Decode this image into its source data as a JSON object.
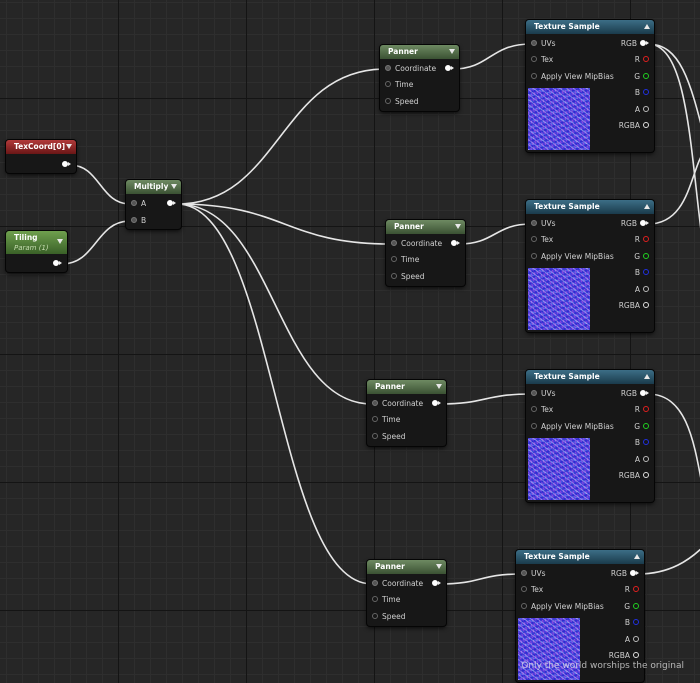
{
  "nodes": {
    "texcoord": {
      "title": "TexCoord[0]"
    },
    "tiling": {
      "title": "Tiling",
      "subtitle": "Param (1)"
    },
    "multiply": {
      "title": "Multiply",
      "pin_a": "A",
      "pin_b": "B"
    },
    "panners": [
      {
        "title": "Panner",
        "coordinate": "Coordinate",
        "time": "Time",
        "speed": "Speed"
      },
      {
        "title": "Panner",
        "coordinate": "Coordinate",
        "time": "Time",
        "speed": "Speed"
      },
      {
        "title": "Panner",
        "coordinate": "Coordinate",
        "time": "Time",
        "speed": "Speed"
      },
      {
        "title": "Panner",
        "coordinate": "Coordinate",
        "time": "Time",
        "speed": "Speed"
      }
    ],
    "texture_samples": [
      {
        "title": "Texture Sample",
        "uvs": "UVs",
        "tex": "Tex",
        "mip": "Apply View MipBias",
        "rgb": "RGB",
        "r": "R",
        "g": "G",
        "b": "B",
        "a": "A",
        "rgba": "RGBA"
      },
      {
        "title": "Texture Sample",
        "uvs": "UVs",
        "tex": "Tex",
        "mip": "Apply View MipBias",
        "rgb": "RGB",
        "r": "R",
        "g": "G",
        "b": "B",
        "a": "A",
        "rgba": "RGBA"
      },
      {
        "title": "Texture Sample",
        "uvs": "UVs",
        "tex": "Tex",
        "mip": "Apply View MipBias",
        "rgb": "RGB",
        "r": "R",
        "g": "G",
        "b": "B",
        "a": "A",
        "rgba": "RGBA"
      },
      {
        "title": "Texture Sample",
        "uvs": "UVs",
        "tex": "Tex",
        "mip": "Apply View MipBias",
        "rgb": "RGB",
        "r": "R",
        "g": "G",
        "b": "B",
        "a": "A",
        "rgba": "RGBA"
      }
    ]
  },
  "colors": {
    "pin_r": "#e02020",
    "pin_g": "#20d020",
    "pin_b": "#2030e0",
    "pin_a": "#bbbbbb",
    "wire": "#e8e8e8"
  },
  "watermark": "Only the world worships the original"
}
